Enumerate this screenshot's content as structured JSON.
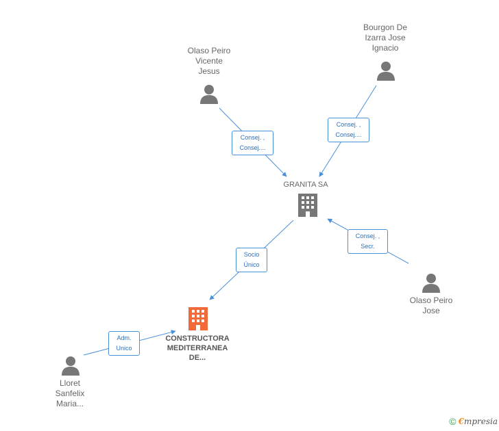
{
  "nodes": {
    "bourgon": {
      "lines": [
        "Bourgon De",
        "Izarra Jose",
        "Ignacio"
      ],
      "type": "person"
    },
    "olaso_vicente": {
      "lines": [
        "Olaso Peiro",
        "Vicente",
        "Jesus"
      ],
      "type": "person"
    },
    "granita": {
      "lines": [
        "GRANITA SA"
      ],
      "type": "company"
    },
    "olaso_jose": {
      "lines": [
        "Olaso Peiro",
        "Jose"
      ],
      "type": "person"
    },
    "constructora": {
      "lines": [
        "CONSTRUCTORA",
        "MEDITERRANEA",
        "DE..."
      ],
      "type": "company-main"
    },
    "lloret": {
      "lines": [
        "Lloret",
        "Sanfelix",
        "Maria..."
      ],
      "type": "person"
    }
  },
  "edges": {
    "e1": {
      "lines": [
        "Consej. ,",
        "Consej...."
      ]
    },
    "e2": {
      "lines": [
        "Consej. ,",
        "Consej...."
      ]
    },
    "e3": {
      "lines": [
        "Consej. ,",
        "Secr."
      ]
    },
    "e4": {
      "lines": [
        "Socio",
        "Único"
      ]
    },
    "e5": {
      "lines": [
        "Adm.",
        "Unico"
      ]
    }
  },
  "colors": {
    "edge": "#4a90d9",
    "person": "#777777",
    "company": "#777777",
    "company_main": "#f26a3a"
  },
  "footer": {
    "copyright": "©",
    "brand_first": "€",
    "brand_rest": "mpresia"
  }
}
